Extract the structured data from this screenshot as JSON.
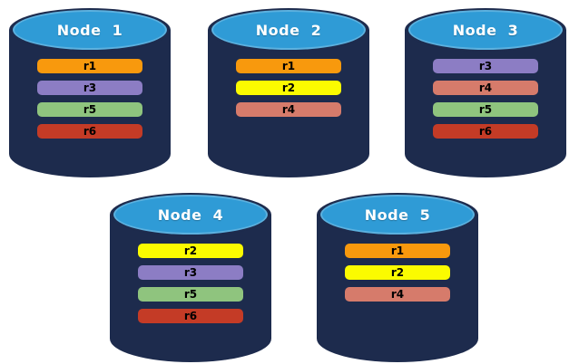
{
  "diagram": {
    "description": "Database nodes with replica placement",
    "nodes": [
      {
        "label": "Node  1",
        "replicas": [
          "r1",
          "r3",
          "r5",
          "r6"
        ]
      },
      {
        "label": "Node  2",
        "replicas": [
          "r1",
          "r2",
          "r4"
        ]
      },
      {
        "label": "Node  3",
        "replicas": [
          "r3",
          "r4",
          "r5",
          "r6"
        ]
      },
      {
        "label": "Node  4",
        "replicas": [
          "r2",
          "r3",
          "r5",
          "r6"
        ]
      },
      {
        "label": "Node  5",
        "replicas": [
          "r1",
          "r2",
          "r4"
        ]
      }
    ],
    "replica_colors": {
      "r1": "#F8990D",
      "r2": "#FBFB00",
      "r3": "#8C7DC4",
      "r4": "#D67B6B",
      "r5": "#8FC47E",
      "r6": "#C43B26"
    },
    "colors": {
      "background": "#FFFFFF",
      "cylinder_body": "#1D2B4D",
      "cylinder_top": "#2F9BD6",
      "title_text": "#FFFFFF",
      "bar_text": "#000000"
    }
  }
}
